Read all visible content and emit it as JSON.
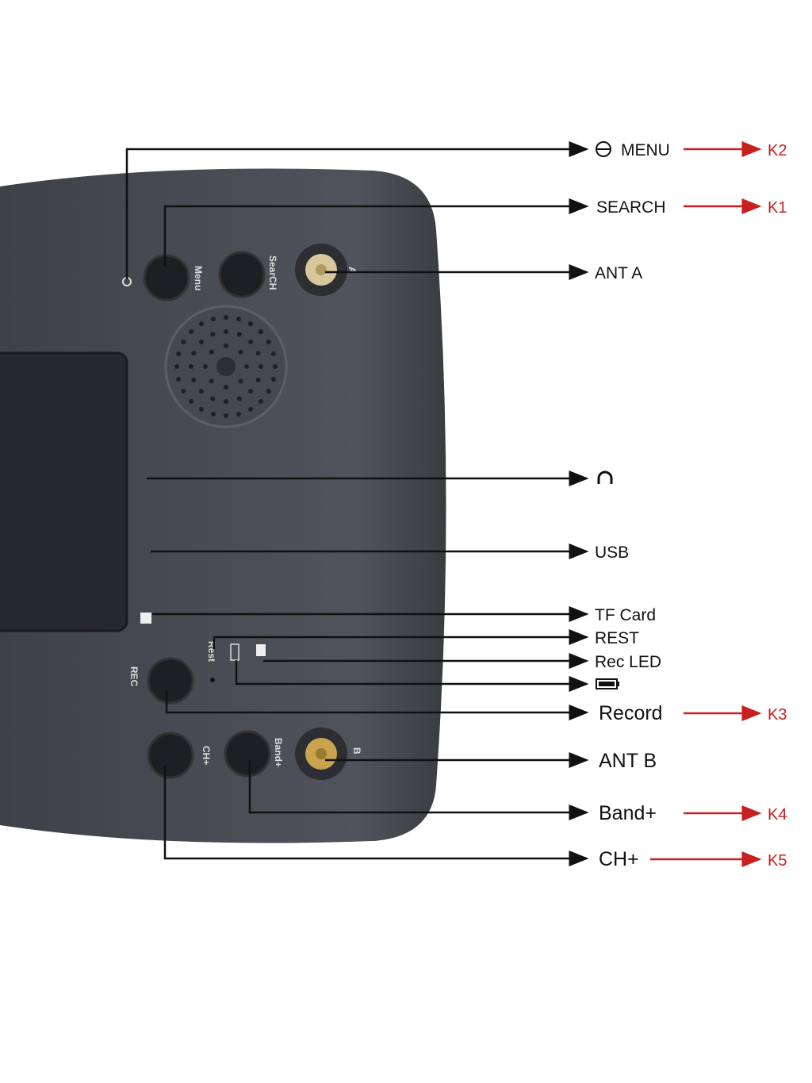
{
  "device_labels": {
    "menu": "Menu",
    "search": "SearCH",
    "ant_a": "A",
    "ant_b": "B",
    "rec": "REC",
    "rest": "Rest",
    "ch": "CH+",
    "band": "Band+"
  },
  "callouts": [
    {
      "label": "MENU",
      "key": "K2"
    },
    {
      "label": "SEARCH",
      "key": "K1"
    },
    {
      "label": "ANT A"
    },
    {
      "label": "headphone-jack"
    },
    {
      "label": "USB"
    },
    {
      "label": "TF Card"
    },
    {
      "label": "REST"
    },
    {
      "label": "Rec LED"
    },
    {
      "label": "battery-led"
    },
    {
      "label": "Record",
      "key": "K3"
    },
    {
      "label": "ANT B"
    },
    {
      "label": "Band+",
      "key": "K4"
    },
    {
      "label": "CH+",
      "key": "K5"
    }
  ],
  "colors": {
    "body": "#4a4d55",
    "accent": "#c62020"
  }
}
